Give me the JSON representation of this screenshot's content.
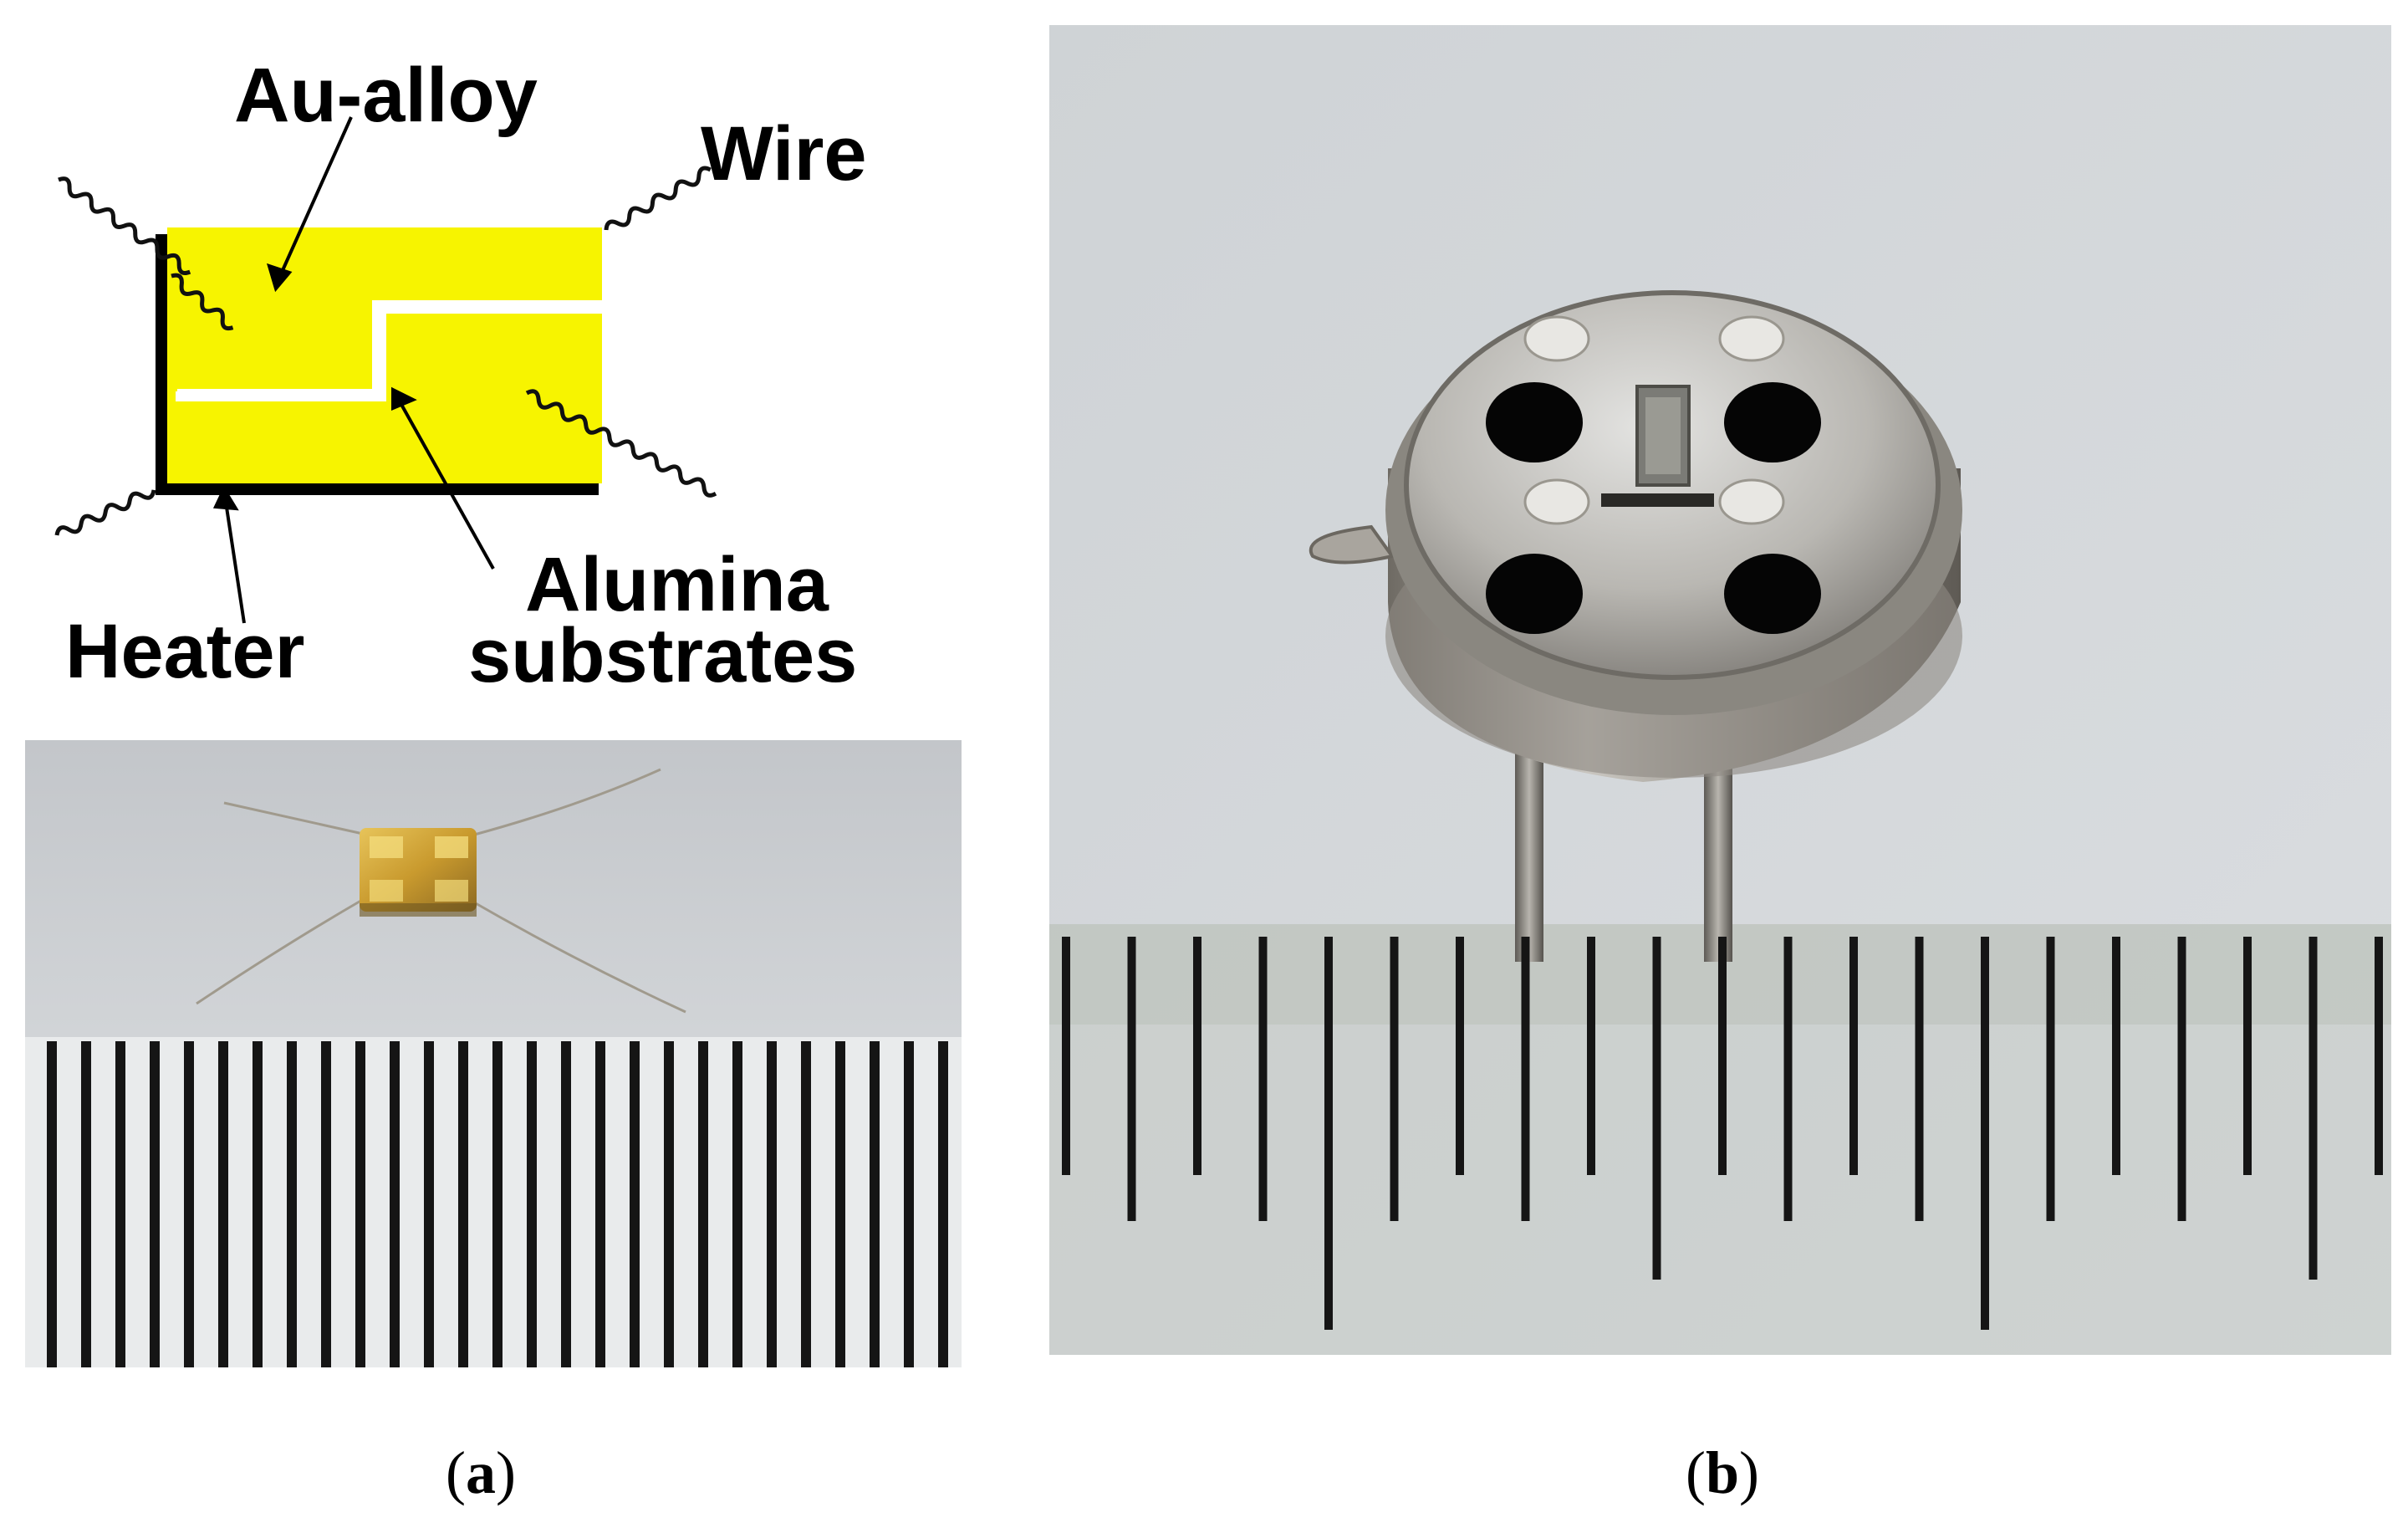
{
  "diagram": {
    "labels": {
      "au_alloy": "Au-alloy",
      "wire": "Wire",
      "alumina_line1": "Alumina",
      "alumina_line2": "substrates",
      "heater": "Heater"
    },
    "colors": {
      "au_alloy_film": "#f7f400",
      "background_photo_a": "#c9cccf",
      "background_photo_b": "#d3d7da",
      "ruler_ticks": "#151515"
    }
  },
  "captions": {
    "a_letter": "a",
    "b_letter": "b"
  }
}
